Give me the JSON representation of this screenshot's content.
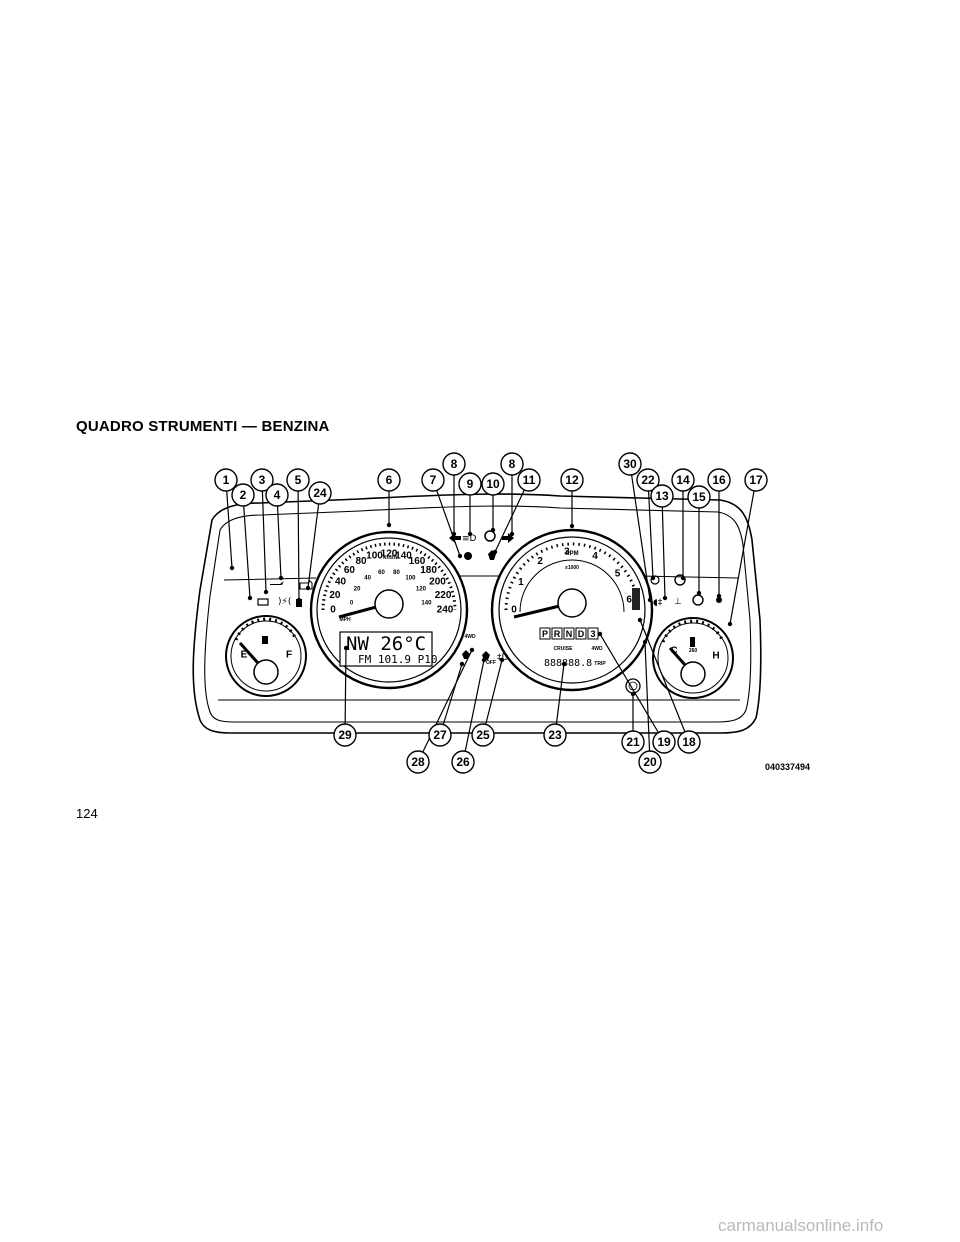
{
  "title": "QUADRO STRUMENTI — BENZINA",
  "page_number": "124",
  "image_code": "040337494",
  "watermark": "carmanualsonline.info",
  "callouts": [
    "1",
    "2",
    "3",
    "4",
    "5",
    "24",
    "6",
    "7",
    "8",
    "9",
    "10",
    "8",
    "11",
    "12",
    "30",
    "22",
    "13",
    "14",
    "15",
    "16",
    "17",
    "29",
    "28",
    "27",
    "26",
    "25",
    "23",
    "21",
    "20",
    "19",
    "18"
  ],
  "speedometer": {
    "outer_ticks": [
      "0",
      "20",
      "40",
      "60",
      "80",
      "100",
      "120",
      "140",
      "160",
      "180",
      "200",
      "220",
      "240"
    ],
    "outer_unit": "km/h",
    "inner_ticks": [
      "0",
      "20",
      "40",
      "60",
      "80",
      "100",
      "120",
      "140"
    ],
    "inner_unit": "MPH"
  },
  "tachometer": {
    "ticks": [
      "0",
      "1",
      "2",
      "3",
      "4",
      "5",
      "6"
    ],
    "unit": "RPM",
    "multiplier": "x1000"
  },
  "fuel_gauge": {
    "empty": "E",
    "full": "F"
  },
  "temp_gauge": {
    "cold": "C",
    "hot": "H",
    "unit": "260"
  },
  "lcd": {
    "line1": "NW 26°C",
    "line2": "FM 101.9 P10"
  },
  "gear_indicator": {
    "gears": [
      "P",
      "R",
      "N",
      "D",
      "3"
    ],
    "cruise": "CRUISE",
    "four_wd": "4WD"
  },
  "odometer": {
    "value": "888888.8",
    "label": "TRIP"
  },
  "four_wd_indicator": "4WD",
  "esp_off": "OFF"
}
